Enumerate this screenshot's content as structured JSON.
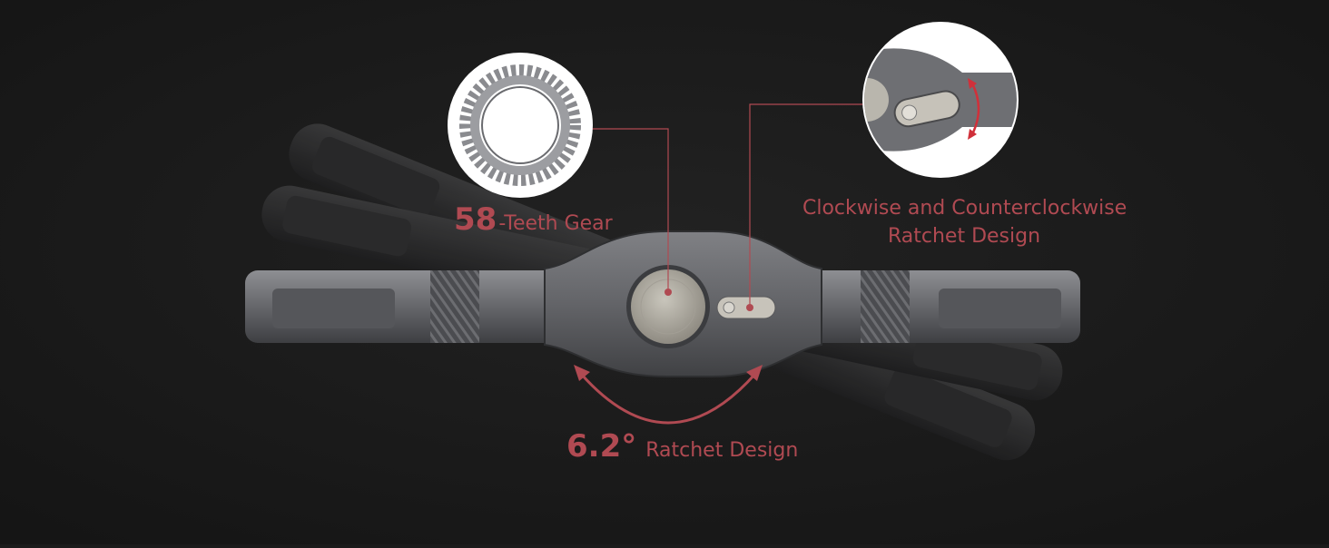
{
  "colors": {
    "background": "#1b1b1b",
    "accent": "#b04a52",
    "metal": "#6f7074",
    "metal_light": "#8b8c90",
    "metal_dark": "#3a3b3e"
  },
  "annotations": {
    "gear": {
      "value": "58",
      "text": "-Teeth Gear"
    },
    "direction": {
      "line1": "Clockwise and Counterclockwise",
      "line2": "Ratchet Design"
    },
    "angle": {
      "value": "6.2°",
      "text": "Ratchet Design"
    }
  },
  "icons": [
    "gear-ring-icon",
    "ratchet-switch-icon",
    "rotation-arc-icon"
  ]
}
